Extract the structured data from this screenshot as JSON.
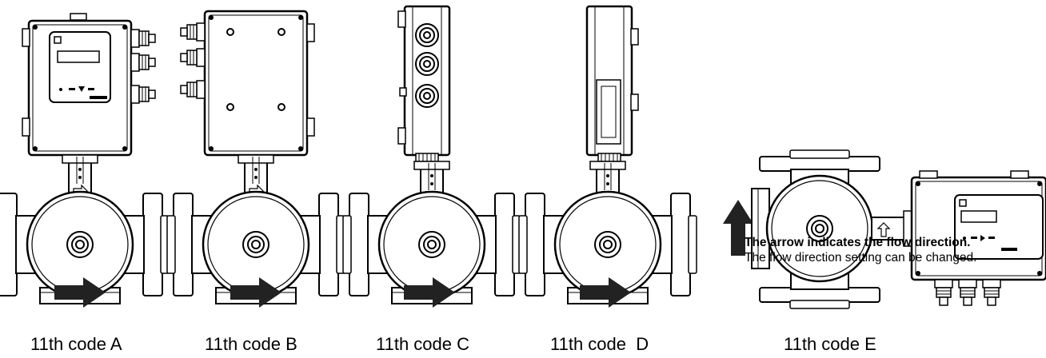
{
  "captions": {
    "a": "11th code A",
    "b": "11th code B",
    "c": "11th code C",
    "d": "11th code  D",
    "e": "11th code E"
  },
  "note": {
    "bold": "The arrow indicates the flow direction.",
    "regular": "The flow direction setting can be changed."
  },
  "colors": {
    "line": "#000000",
    "fill": "#ffffff",
    "arrow": "#222222"
  }
}
